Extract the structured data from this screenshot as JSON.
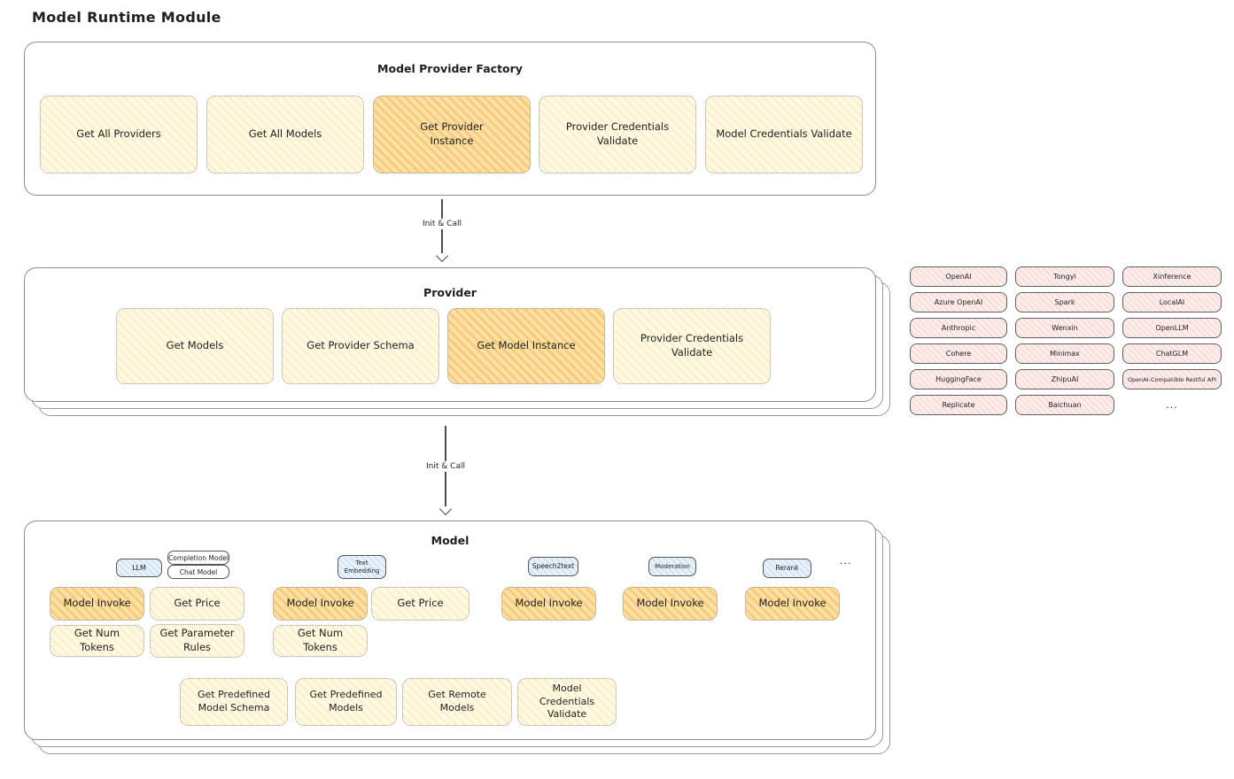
{
  "page_title": "Model Runtime Module",
  "arrow_label": "Init & Call",
  "factory": {
    "title": "Model Provider Factory",
    "methods": [
      {
        "label": "Get All Providers"
      },
      {
        "label": "Get All Models"
      },
      {
        "label": "Get Provider Instance"
      },
      {
        "label": "Provider Credentials Validate"
      },
      {
        "label": "Model Credentials Validate"
      }
    ]
  },
  "provider": {
    "title": "Provider",
    "methods": [
      {
        "label": "Get Models"
      },
      {
        "label": "Get Provider Schema"
      },
      {
        "label": "Get Model Instance"
      },
      {
        "label": "Provider Credentials Validate"
      }
    ]
  },
  "provider_list": [
    "OpenAI",
    "Tongyi",
    "Xinference",
    "Azure OpenAI",
    "Spark",
    "LocalAI",
    "Anthropic",
    "Wenxin",
    "OpenLLM",
    "Cohere",
    "Minimax",
    "ChatGLM",
    "HuggingFace",
    "ZhipuAI",
    "OpenAI-Compatible Restful API",
    "Replicate",
    "Baichuan",
    "..."
  ],
  "model": {
    "title": "Model",
    "tags": {
      "llm": "LLM",
      "completion_model": "Completion Model",
      "chat_model": "Chat Model",
      "text_embedding": "Text Embedding",
      "speech2text": "Speech2text",
      "moderation": "Moderation",
      "rerank": "Rerank",
      "more": "..."
    },
    "methods": {
      "llm_model_invoke": "Model Invoke",
      "llm_get_price": "Get Price",
      "llm_get_num_tokens": "Get Num Tokens",
      "llm_get_parameter_rules": "Get Parameter Rules",
      "embedding_model_invoke": "Model Invoke",
      "embedding_get_price": "Get Price",
      "embedding_get_num_tokens": "Get Num Tokens",
      "speech2text_model_invoke": "Model Invoke",
      "moderation_model_invoke": "Model Invoke",
      "rerank_model_invoke": "Model Invoke",
      "get_predefined_model_schema": "Get Predefined Model Schema",
      "get_predefined_models": "Get Predefined Models",
      "get_remote_models": "Get Remote Models",
      "model_credentials_validate": "Model Credentials Validate"
    }
  },
  "colors": {
    "method_fill": "#FFF9E3",
    "method_highlight_fill": "#FAE0A4",
    "provider_tag_fill": "#FCEDEB",
    "model_tag_fill": "#E8F2FB",
    "panel_border": "#8C8C8C"
  }
}
